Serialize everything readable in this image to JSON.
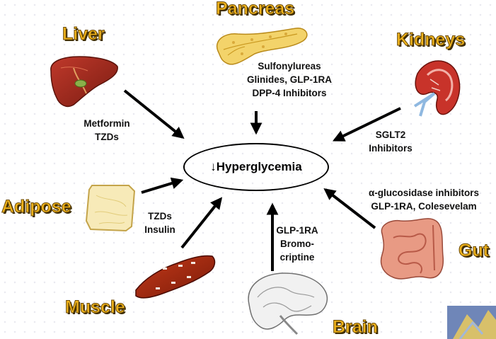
{
  "center": {
    "label": "↓Hyperglycemia"
  },
  "organs": {
    "pancreas": "Pancreas",
    "liver": "Liver",
    "kidneys": "Kidneys",
    "adipose": "Adipose",
    "gut": "Gut",
    "muscle": "Muscle",
    "brain": "Brain"
  },
  "drugs": {
    "pancreas": [
      "Sulfonylureas",
      "Glinides, GLP-1RA",
      "DPP-4 Inhibitors"
    ],
    "liver": [
      "Metformin",
      "TZDs"
    ],
    "kidneys": [
      "SGLT2",
      "Inhibitors"
    ],
    "adipose_muscle": [
      "TZDs",
      "Insulin"
    ],
    "gut": [
      "α-glucosidase inhibitors",
      "GLP-1RA, Colesevelam"
    ],
    "brain": [
      "GLP-1RA",
      "Bromo-",
      "criptine"
    ]
  },
  "colors": {
    "title_fill": "#f0b41c",
    "title_outline": "#6b4a06",
    "arrow": "#000000"
  }
}
